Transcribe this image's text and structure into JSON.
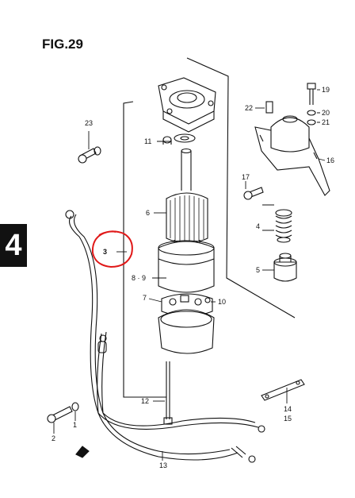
{
  "figure": {
    "title": "FIG.29"
  },
  "section_tab": {
    "label": "4"
  },
  "highlight": {
    "color": "#e01818",
    "part_number": "3"
  },
  "parts": [
    {
      "key": "p1",
      "number": "1"
    },
    {
      "key": "p2",
      "number": "2"
    },
    {
      "key": "p3",
      "number": "3"
    },
    {
      "key": "p4",
      "number": "4"
    },
    {
      "key": "p5",
      "number": "5"
    },
    {
      "key": "p6",
      "number": "6"
    },
    {
      "key": "p7",
      "number": "7"
    },
    {
      "key": "p8_9",
      "number": "8 · 9"
    },
    {
      "key": "p10",
      "number": "10"
    },
    {
      "key": "p11",
      "number": "11"
    },
    {
      "key": "p12",
      "number": "12"
    },
    {
      "key": "p13",
      "number": "13"
    },
    {
      "key": "p14",
      "number": "14"
    },
    {
      "key": "p15",
      "number": "15"
    },
    {
      "key": "p16",
      "number": "16"
    },
    {
      "key": "p17",
      "number": "17"
    },
    {
      "key": "p19",
      "number": "19"
    },
    {
      "key": "p20",
      "number": "20"
    },
    {
      "key": "p21",
      "number": "21"
    },
    {
      "key": "p22",
      "number": "22"
    },
    {
      "key": "p23",
      "number": "23"
    }
  ]
}
